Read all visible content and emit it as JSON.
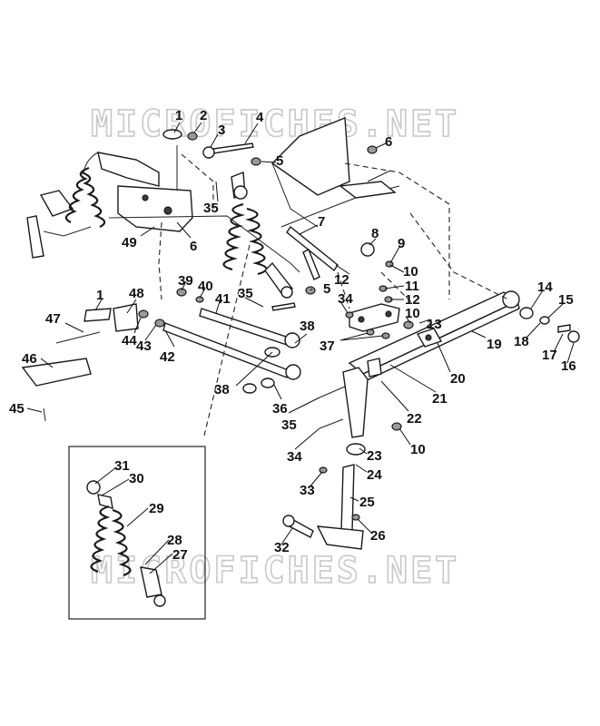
{
  "watermark": {
    "top_text": "MICROFICHES.NET",
    "bottom_text": "MICROFICHES.NET"
  },
  "callouts": {
    "c1a": "1",
    "c2": "2",
    "c3": "3",
    "c4": "4",
    "c5a": "5",
    "c6a": "6",
    "c35a": "35",
    "c49": "49",
    "c6b": "6",
    "c7": "7",
    "c8": "8",
    "c9": "9",
    "c12a": "12",
    "c10a": "10",
    "c11": "11",
    "c12b": "12",
    "c10b": "10",
    "c13": "13",
    "c14": "14",
    "c15": "15",
    "c18": "18",
    "c17": "17",
    "c16": "16",
    "c19": "19",
    "c20": "20",
    "c21": "21",
    "c22": "22",
    "c10c": "10",
    "c1b": "1",
    "c48": "48",
    "c47": "47",
    "c44": "44",
    "c43": "43",
    "c39": "39",
    "c40": "40",
    "c41": "41",
    "c35b": "35",
    "c5b": "5",
    "c34a": "34",
    "c37": "37",
    "c38a": "38",
    "c42": "42",
    "c38b": "38",
    "c36": "36",
    "c35c": "35",
    "c34b": "34",
    "c23": "23",
    "c24": "24",
    "c33": "33",
    "c25": "25",
    "c26": "26",
    "c32": "32",
    "c46": "46",
    "c45": "45",
    "c31": "31",
    "c30": "30",
    "c29": "29",
    "c28": "28",
    "c27": "27"
  }
}
